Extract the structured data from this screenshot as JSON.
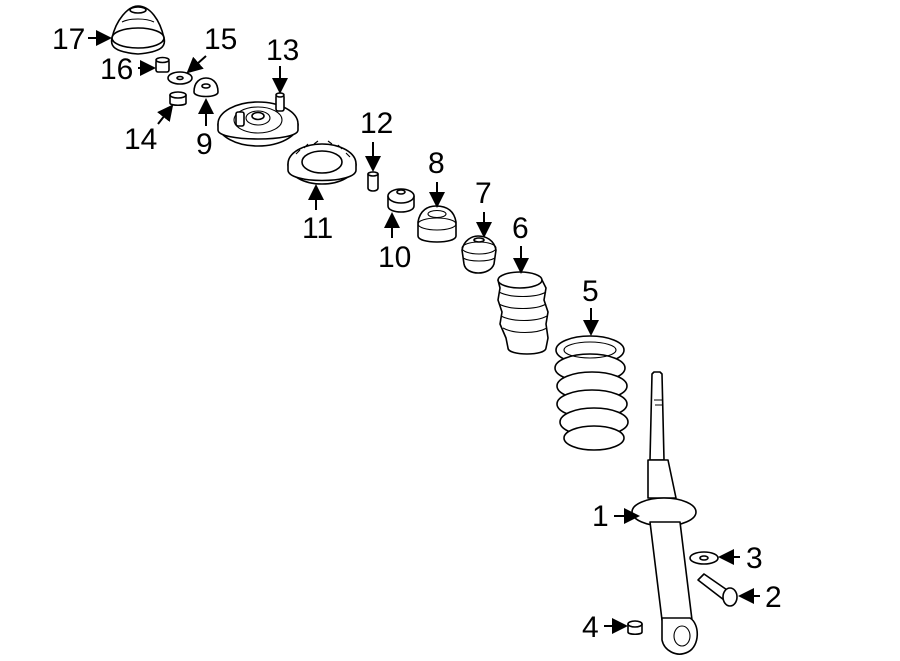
{
  "diagram": {
    "callouts": [
      {
        "id": "1",
        "label": "1",
        "part": "shock-absorber"
      },
      {
        "id": "2",
        "label": "2",
        "part": "lower-bolt"
      },
      {
        "id": "3",
        "label": "3",
        "part": "washer"
      },
      {
        "id": "4",
        "label": "4",
        "part": "nut"
      },
      {
        "id": "5",
        "label": "5",
        "part": "coil-spring"
      },
      {
        "id": "6",
        "label": "6",
        "part": "dust-boot"
      },
      {
        "id": "7",
        "label": "7",
        "part": "bump-stop"
      },
      {
        "id": "8",
        "label": "8",
        "part": "upper-insulator"
      },
      {
        "id": "9",
        "label": "9",
        "part": "mount-bushing"
      },
      {
        "id": "10",
        "label": "10",
        "part": "spacer"
      },
      {
        "id": "11",
        "label": "11",
        "part": "spring-seat"
      },
      {
        "id": "12",
        "label": "12",
        "part": "sleeve"
      },
      {
        "id": "13",
        "label": "13",
        "part": "stud"
      },
      {
        "id": "14",
        "label": "14",
        "part": "nut-small"
      },
      {
        "id": "15",
        "label": "15",
        "part": "washer-small"
      },
      {
        "id": "16",
        "label": "16",
        "part": "nut-upper"
      },
      {
        "id": "17",
        "label": "17",
        "part": "dust-cap"
      }
    ]
  },
  "colors": {
    "line": "#000000",
    "fill": "#ffffff"
  }
}
